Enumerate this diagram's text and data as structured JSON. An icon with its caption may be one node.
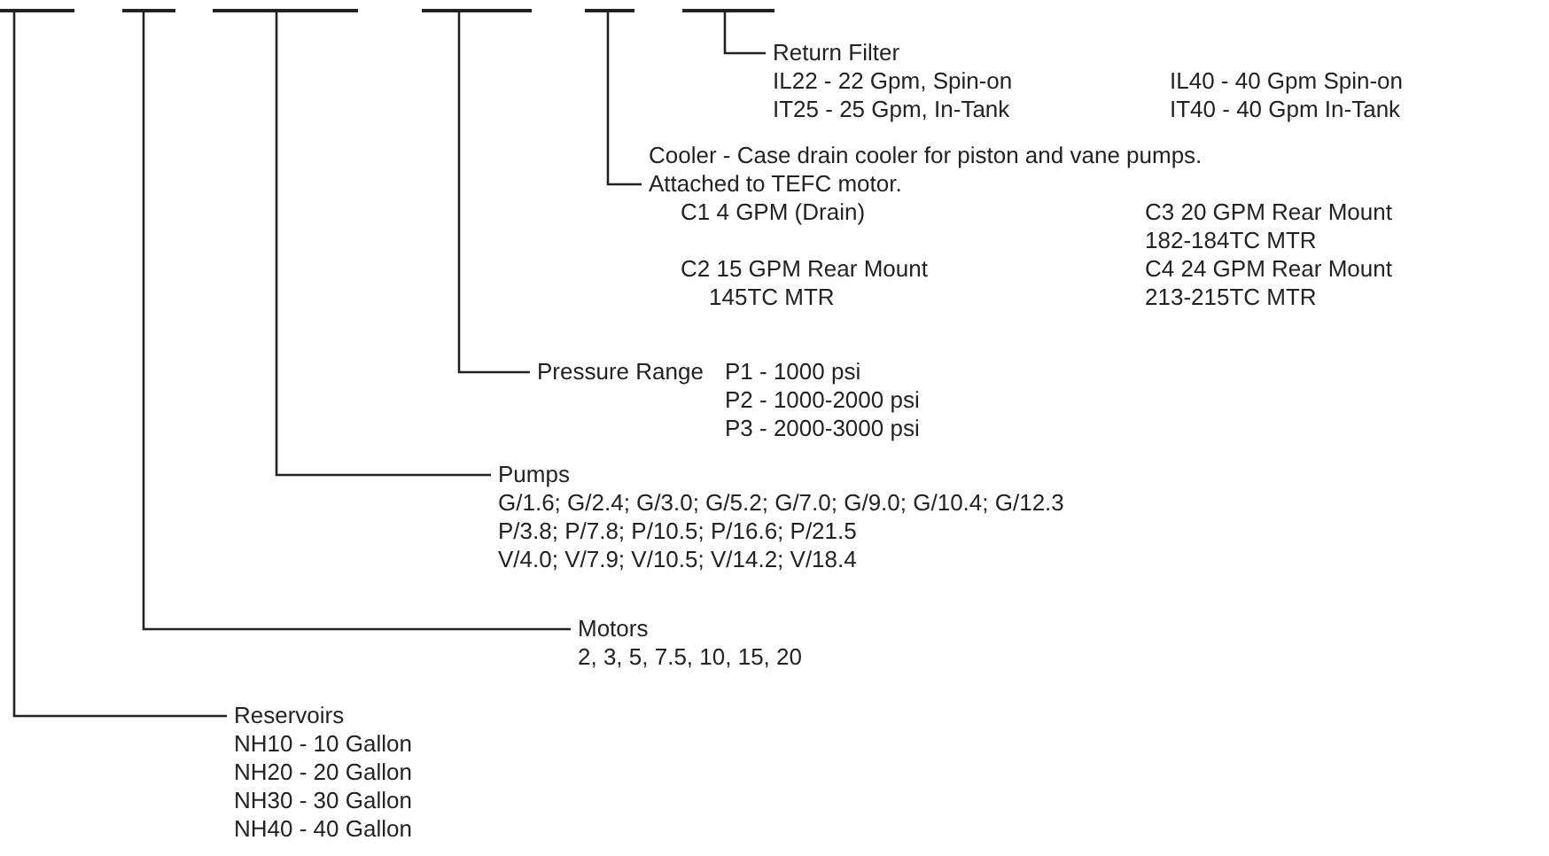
{
  "diagram": {
    "nodes": [
      {
        "text": [],
        "shape": "bar"
      },
      {
        "text": [],
        "shape": "bar"
      },
      {
        "text": [],
        "shape": "bar"
      },
      {
        "text": [],
        "shape": "bar"
      },
      {
        "text": [],
        "shape": "bar"
      },
      {
        "text": [],
        "shape": "bar"
      },
      {
        "text": [
          "Return Filter",
          "IL22 - 22 Gpm, Spin-on",
          "IT25 - 25 Gpm, In-Tank",
          "IL40 - 40 Gpm Spin-on",
          "IT40 - 40 Gpm In-Tank"
        ]
      },
      {
        "text": [
          "Cooler - Case drain cooler for piston and vane pumps. Attached to TEFC motor.",
          "C1 4 GPM (Drain)",
          "C2 15 GPM Rear Mount 145TC MTR",
          "C3 20 GPM Rear Mount 182-184TC MTR",
          "C4 24 GPM Rear Mount 213-215TC MTR"
        ]
      },
      {
        "text": [
          "Pressure Range",
          "P1 - 1000 psi",
          "P2 - 1000-2000 psi",
          "P3 - 2000-3000 psi"
        ]
      },
      {
        "text": [
          "Pumps",
          "G/1.6; G/2.4; G/3.0; G/5.2; G/7.0; G/9.0; G/10.4; G/12.3",
          "P/3.8; P/7.8; P/10.5; P/16.6; P/21.5",
          "V/4.0; V/7.9; V/10.5; V/14.2; V/18.4"
        ]
      },
      {
        "text": [
          "Motors",
          "2, 3, 5, 7.5, 10, 15, 20"
        ]
      },
      {
        "text": [
          "Reservoirs",
          "NH10 - 10 Gallon",
          "NH20 - 20 Gallon",
          "NH30 - 30 Gallon",
          "NH40 - 40 Gallon"
        ]
      }
    ],
    "edges": [
      {
        "from": 6,
        "to": 5,
        "arrow": "none"
      },
      {
        "from": 7,
        "to": 4,
        "arrow": "none"
      },
      {
        "from": 8,
        "to": 3,
        "arrow": "none"
      },
      {
        "from": 9,
        "to": 2,
        "arrow": "none"
      },
      {
        "from": 10,
        "to": 1,
        "arrow": "none"
      },
      {
        "from": 11,
        "to": 0,
        "arrow": "none"
      }
    ]
  }
}
